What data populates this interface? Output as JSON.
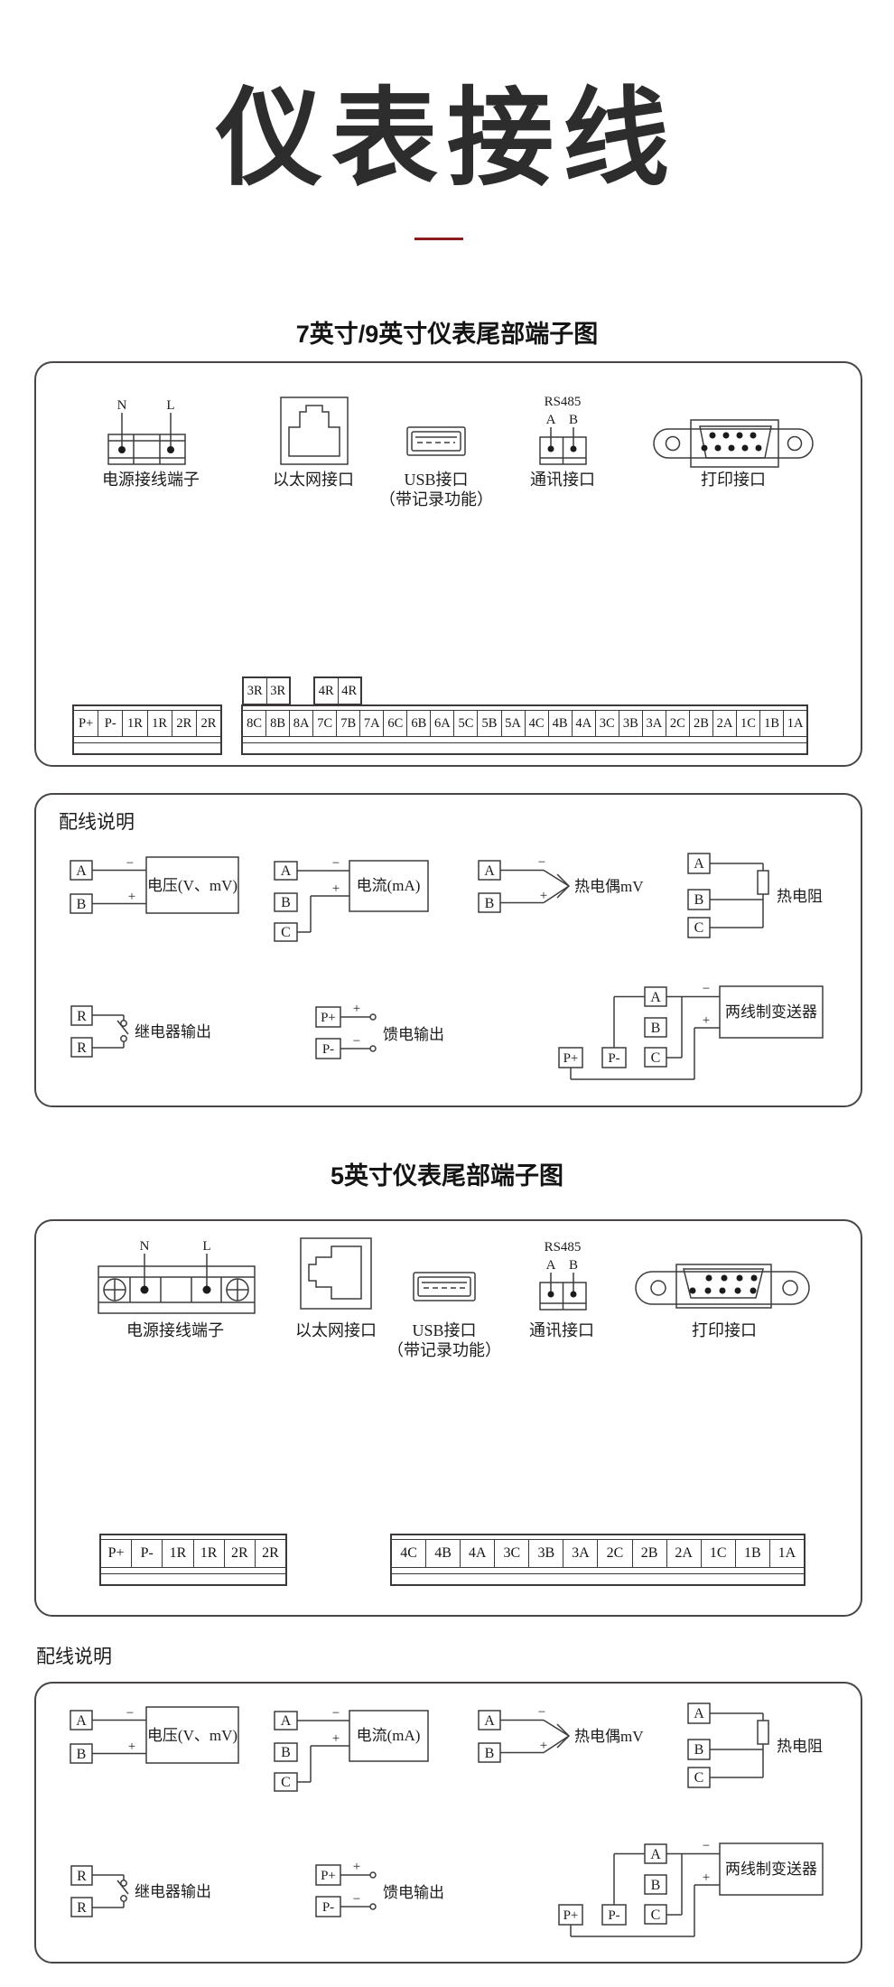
{
  "page": {
    "title": "仪表接线"
  },
  "colors": {
    "accent_red": "#8a1c1c",
    "ink": "#2d2d2d",
    "line": "#3f3b3b"
  },
  "sections": {
    "s1_heading": "7英寸/9英寸仪表尾部端子图",
    "s2_heading": "5英寸仪表尾部端子图"
  },
  "connectors": {
    "power_label": "电源接线端子",
    "ethernet_label": "以太网接口",
    "usb_label": "USB接口",
    "usb_label2": "（带记录功能）",
    "comm_title": "RS485",
    "comm_label": "通讯接口",
    "print_label": "打印接口",
    "pin_n": "N",
    "pin_l": "L",
    "pin_a": "A",
    "pin_b": "B"
  },
  "strips": {
    "panel7": {
      "left": [
        "P+",
        "P-",
        "1R",
        "1R",
        "2R",
        "2R"
      ],
      "g3": [
        "3R",
        "3R"
      ],
      "g4": [
        "4R",
        "4R"
      ],
      "main": [
        "8C",
        "8B",
        "8A",
        "7C",
        "7B",
        "7A",
        "6C",
        "6B",
        "6A",
        "5C",
        "5B",
        "5A",
        "4C",
        "4B",
        "4A",
        "3C",
        "3B",
        "3A",
        "2C",
        "2B",
        "2A",
        "1C",
        "1B",
        "1A"
      ]
    },
    "panel5": {
      "left": [
        "P+",
        "P-",
        "1R",
        "1R",
        "2R",
        "2R"
      ],
      "main": [
        "4C",
        "4B",
        "4A",
        "3C",
        "3B",
        "3A",
        "2C",
        "2B",
        "2A",
        "1C",
        "1B",
        "1A"
      ]
    }
  },
  "wiring": {
    "heading": "配线说明",
    "sign_minus": "−",
    "sign_plus": "+",
    "t": {
      "A": "A",
      "B": "B",
      "C": "C",
      "R": "R",
      "Pp": "P+",
      "Pm": "P-"
    },
    "voltage_label": "电压(V、mV)",
    "current_label": "电流(mA)",
    "thermocouple_label": "热电偶mV",
    "rtd_label": "热电阻",
    "relay_label": "继电器输出",
    "feed_label": "馈电输出",
    "transmitter_label": "两线制变送器"
  }
}
